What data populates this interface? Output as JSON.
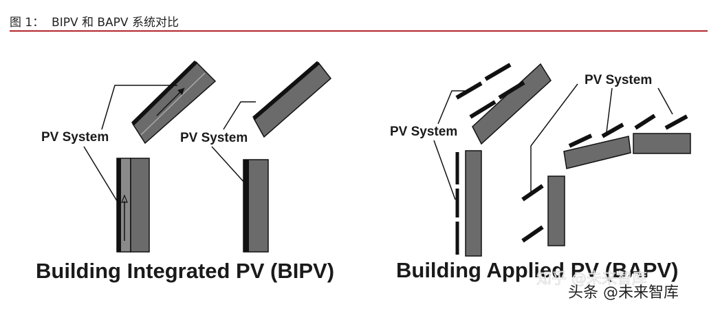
{
  "figure": {
    "title": "图 1：  BIPV 和 BAPV 系统对比",
    "accent_color": "#b3262b"
  },
  "bipv": {
    "label_left": "PV System",
    "label_right": "PV System",
    "caption": "Building Integrated PV (BIPV)"
  },
  "bapv": {
    "label_left": "PV System",
    "label_right": "PV System",
    "caption": "Building Applied PV (BAPV)"
  },
  "watermark": {
    "zhihu": "知乎 @未来智库",
    "toutiao": "头条 @未来智库"
  },
  "colors": {
    "panel_fill": "#6b6b6b",
    "panel_stroke": "#111111",
    "module": "#111111",
    "text": "#1a1a1a"
  }
}
